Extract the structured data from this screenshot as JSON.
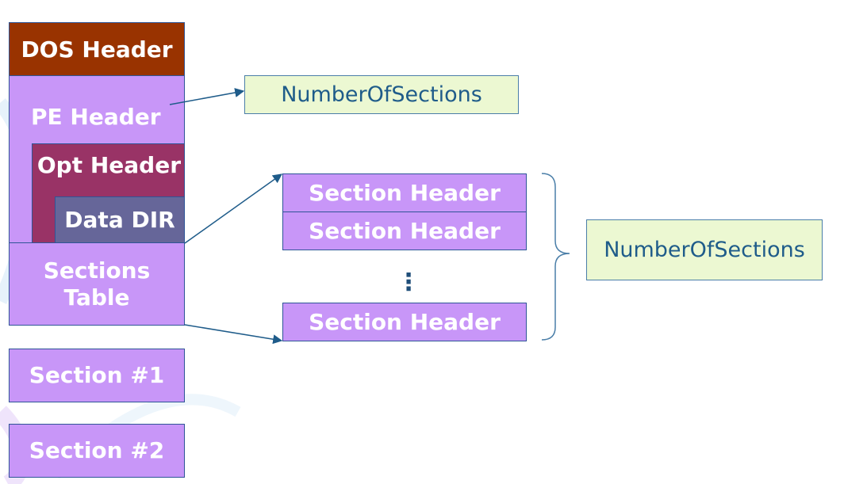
{
  "pe_layout": {
    "dos_header": "DOS Header",
    "pe_header": "PE Header",
    "opt_header": "Opt Header",
    "data_dir": "Data DIR",
    "sections_table_line1": "Sections",
    "sections_table_line2": "Table",
    "section_1": "Section #1",
    "section_2": "Section #2"
  },
  "section_headers": {
    "items": [
      "Section Header",
      "Section Header",
      "Section Header"
    ],
    "ellipsis": "⋮"
  },
  "callouts": {
    "top": "NumberOfSections",
    "right": "NumberOfSections"
  },
  "colors": {
    "violet": "#c896f8",
    "dos_brown": "#993300",
    "opt_plum": "#993366",
    "data_dir_slate": "#666699",
    "callout_fill": "#ecf8d2",
    "arrow": "#1f5c8a"
  }
}
